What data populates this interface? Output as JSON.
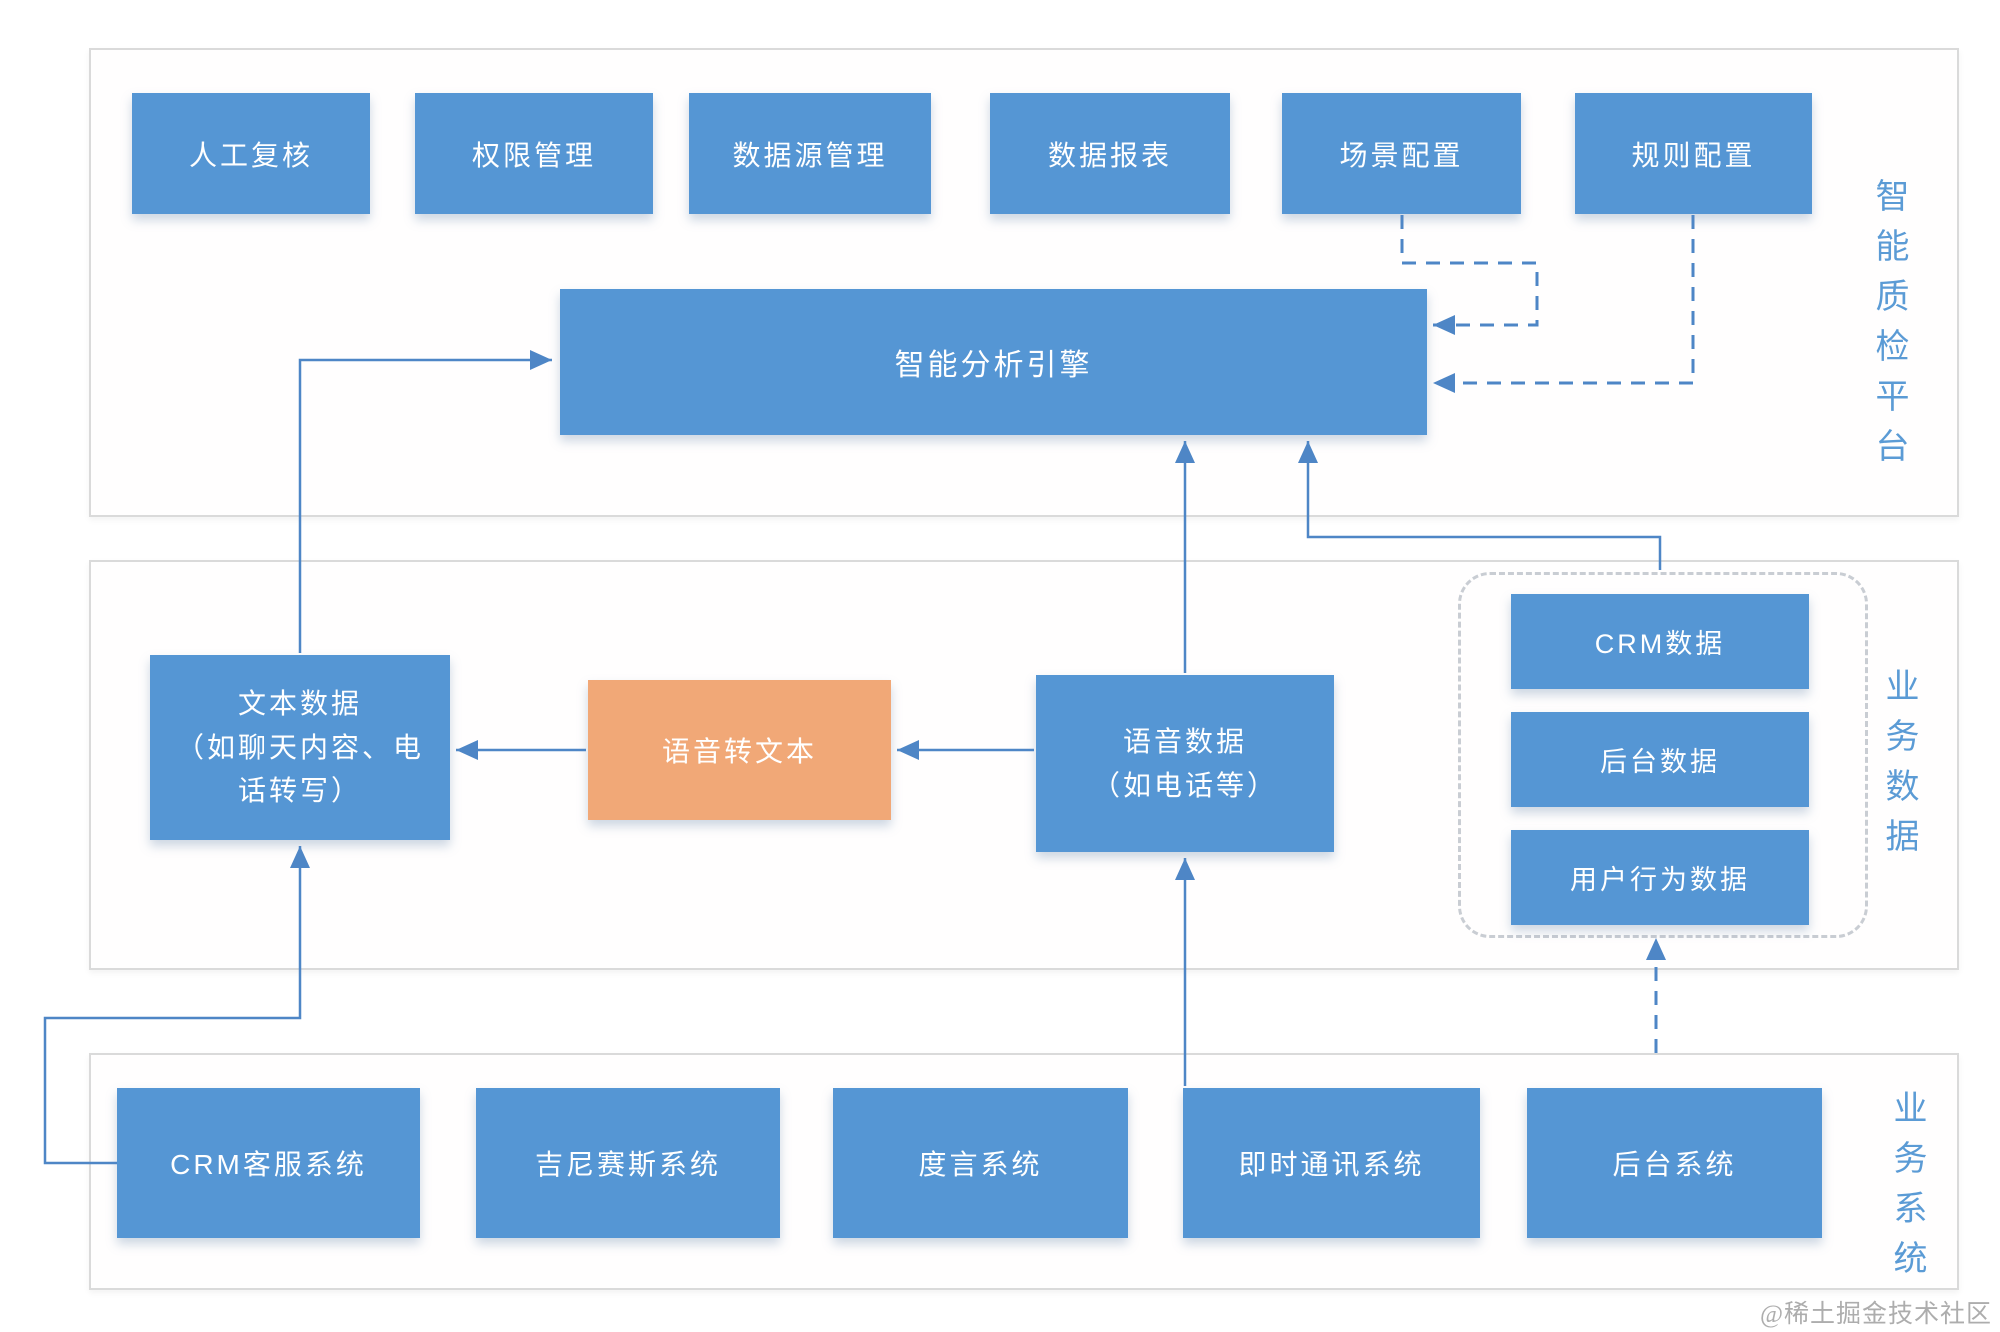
{
  "platform": {
    "label": "智能质检平台",
    "modules": [
      "人工复核",
      "权限管理",
      "数据源管理",
      "数据报表",
      "场景配置",
      "规则配置"
    ],
    "engine": "智能分析引擎"
  },
  "business_data": {
    "label": "业务数据",
    "text_data": {
      "lines": [
        "文本数据",
        "（如聊天内容、电",
        "话转写）"
      ]
    },
    "speech_to_text": "语音转文本",
    "voice_data": {
      "lines": [
        "语音数据",
        "（如电话等）"
      ]
    },
    "data_group": [
      "CRM数据",
      "后台数据",
      "用户行为数据"
    ]
  },
  "business_systems": {
    "label": "业务系统",
    "systems": [
      "CRM客服系统",
      "吉尼赛斯系统",
      "度言系统",
      "即时通讯系统",
      "后台系统"
    ]
  },
  "watermark": "@稀土掘金技术社区",
  "colors": {
    "box_blue": "#5596d4",
    "box_orange": "#f1a877",
    "connector_blue": "#4e86c6",
    "label_blue": "#5b9bd5",
    "section_border": "#dadada"
  }
}
